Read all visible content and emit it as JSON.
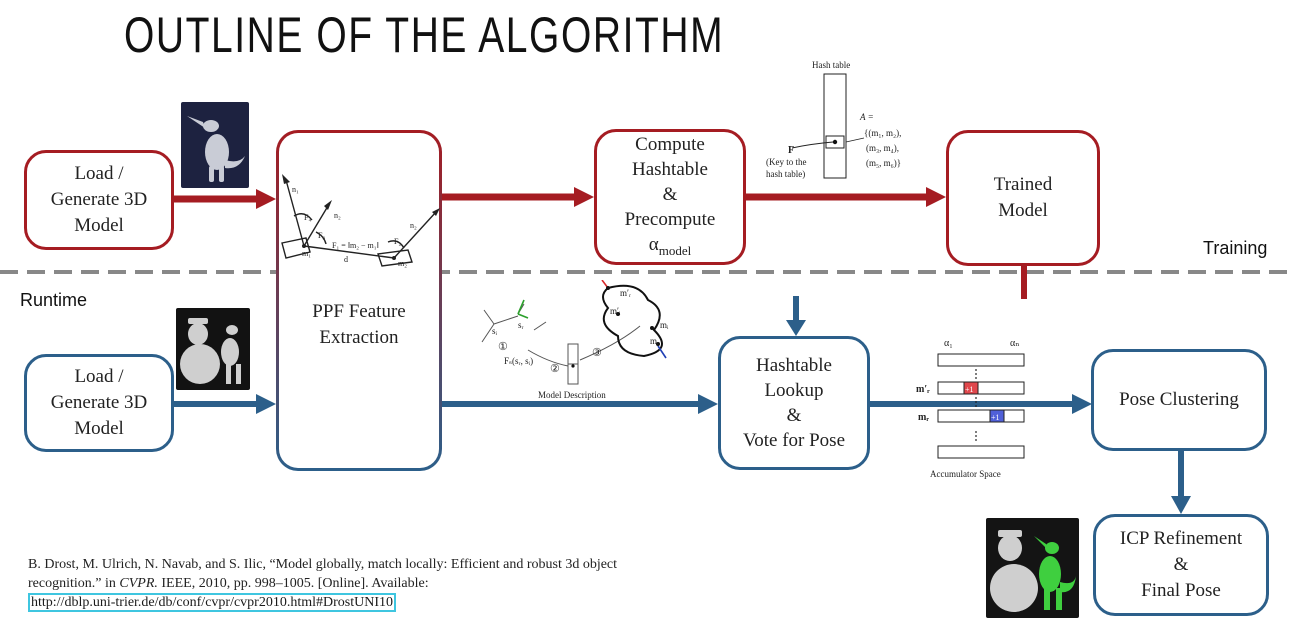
{
  "title": "OUTLINE OF THE ALGORITHM",
  "sections": {
    "training": "Training",
    "runtime": "Runtime"
  },
  "training": {
    "load_model": [
      "Load /",
      "Generate 3D",
      "Model"
    ],
    "compute_hashtable": [
      "Compute",
      "Hashtable",
      "&",
      "Precompute"
    ],
    "alpha_model": "α",
    "alpha_model_sub": "model",
    "trained_model": [
      "Trained",
      "Model"
    ]
  },
  "shared": {
    "ppf": [
      "PPF Feature",
      "Extraction"
    ]
  },
  "runtime": {
    "load_model": [
      "Load /",
      "Generate 3D",
      "Model"
    ],
    "hashtable_lookup": [
      "Hashtable",
      "Lookup",
      "&",
      "Vote for Pose"
    ],
    "pose_clustering": "Pose Clustering",
    "icp": [
      "ICP Refinement",
      "&",
      "Final Pose"
    ]
  },
  "figures": {
    "hash_table": {
      "title": "Hash table",
      "key_letter": "F",
      "key_caption": [
        "(Key to the",
        "hash table)"
      ],
      "set_label": [
        "A =",
        "{(m₁, m₂),",
        "(m₃, m₄),",
        "(m₅, m₆)}"
      ]
    },
    "ppf": {
      "labels": [
        "n₁",
        "F₄",
        "n₂",
        "F₃",
        "F₁ = ‖m₂ − m₁‖",
        "F₂",
        "n₂",
        "m₁",
        "m₂",
        "d"
      ]
    },
    "model_description": {
      "caption": "Model Description",
      "labels": [
        "sᵢ",
        "sᵣ",
        "Fₛ(sᵣ, sᵢ)",
        "①",
        "②",
        "③",
        "m′ᵣ",
        "m′ᵢ",
        "mᵢ",
        "mᵣ"
      ]
    },
    "accumulator": {
      "caption": "Accumulator Space",
      "alpha_1": "α₁",
      "alpha_n": "αₙ",
      "row_m_prime": "m′ᵣ",
      "row_m": "mᵣ",
      "vote": "+1"
    }
  },
  "citation": {
    "text": "B. Drost, M. Ulrich, N. Navab, and S. Ilic, “Model globally, match locally: Efficient and robust 3d object recognition.” in",
    "venue": "CVPR.",
    "rest": "IEEE, 2010, pp. 998–1005. [Online]. Available:",
    "url": "http://dblp.uni-trier.de/db/conf/cvpr/cvpr2010.html#DrostUNI10"
  },
  "colors": {
    "training": "#a51c22",
    "runtime": "#2c5f8a",
    "separator": "#888888",
    "link_border": "#3fc6e0"
  }
}
